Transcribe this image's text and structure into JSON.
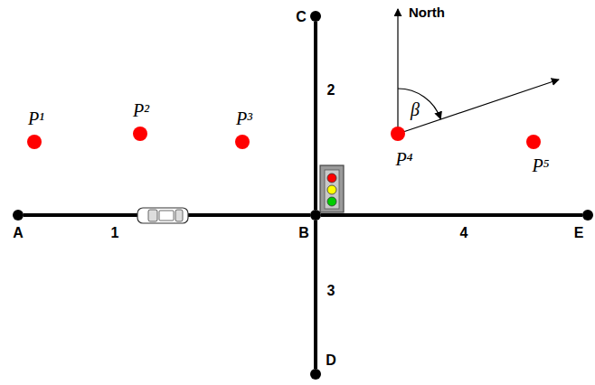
{
  "diagram": {
    "nodes": [
      {
        "text": [
          "A"
        ]
      },
      {
        "text": [
          "B"
        ]
      },
      {
        "text": [
          "C"
        ]
      },
      {
        "text": [
          "D"
        ]
      },
      {
        "text": [
          "E"
        ]
      },
      {
        "text": [
          "P¹"
        ]
      },
      {
        "text": [
          "P²"
        ]
      },
      {
        "text": [
          "P³"
        ]
      },
      {
        "text": [
          "P⁴"
        ]
      },
      {
        "text": [
          "P⁵"
        ]
      }
    ],
    "edges": [
      {
        "from": 0,
        "to": 1,
        "arrow": "none",
        "label": "1"
      },
      {
        "from": 2,
        "to": 1,
        "arrow": "none",
        "label": "2"
      },
      {
        "from": 1,
        "to": 3,
        "arrow": "none",
        "label": "3"
      },
      {
        "from": 1,
        "to": 4,
        "arrow": "none",
        "label": "4"
      }
    ],
    "labels": [
      "North",
      "β"
    ]
  }
}
